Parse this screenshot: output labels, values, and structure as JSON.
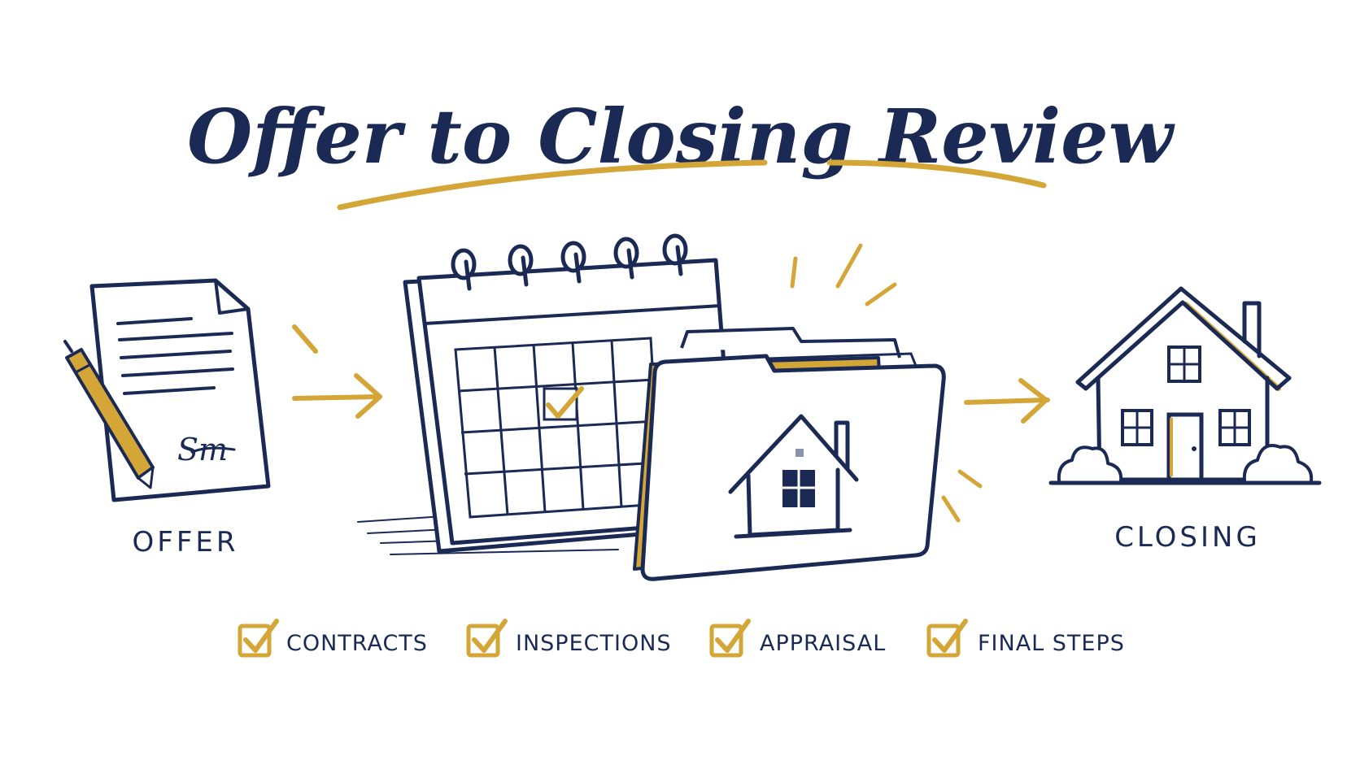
{
  "title": "Offer to Closing Review",
  "colors": {
    "navy": "#1b2a55",
    "gold": "#d4a637",
    "paper": "#ffffff"
  },
  "steps": [
    {
      "label": "OFFER",
      "icon": "signed-document-icon"
    },
    {
      "label": "CLOSING",
      "icon": "house-icon"
    }
  ],
  "center_icons": [
    "calendar-icon",
    "house-folder-icon",
    "sparkle-lines-icon"
  ],
  "signature": "Sm",
  "checklist": [
    {
      "label": "CONTRACTS",
      "checked": true
    },
    {
      "label": "INSPECTIONS",
      "checked": true
    },
    {
      "label": "APPRAISAL",
      "checked": true
    },
    {
      "label": "FINAL STEPS",
      "checked": true
    }
  ]
}
